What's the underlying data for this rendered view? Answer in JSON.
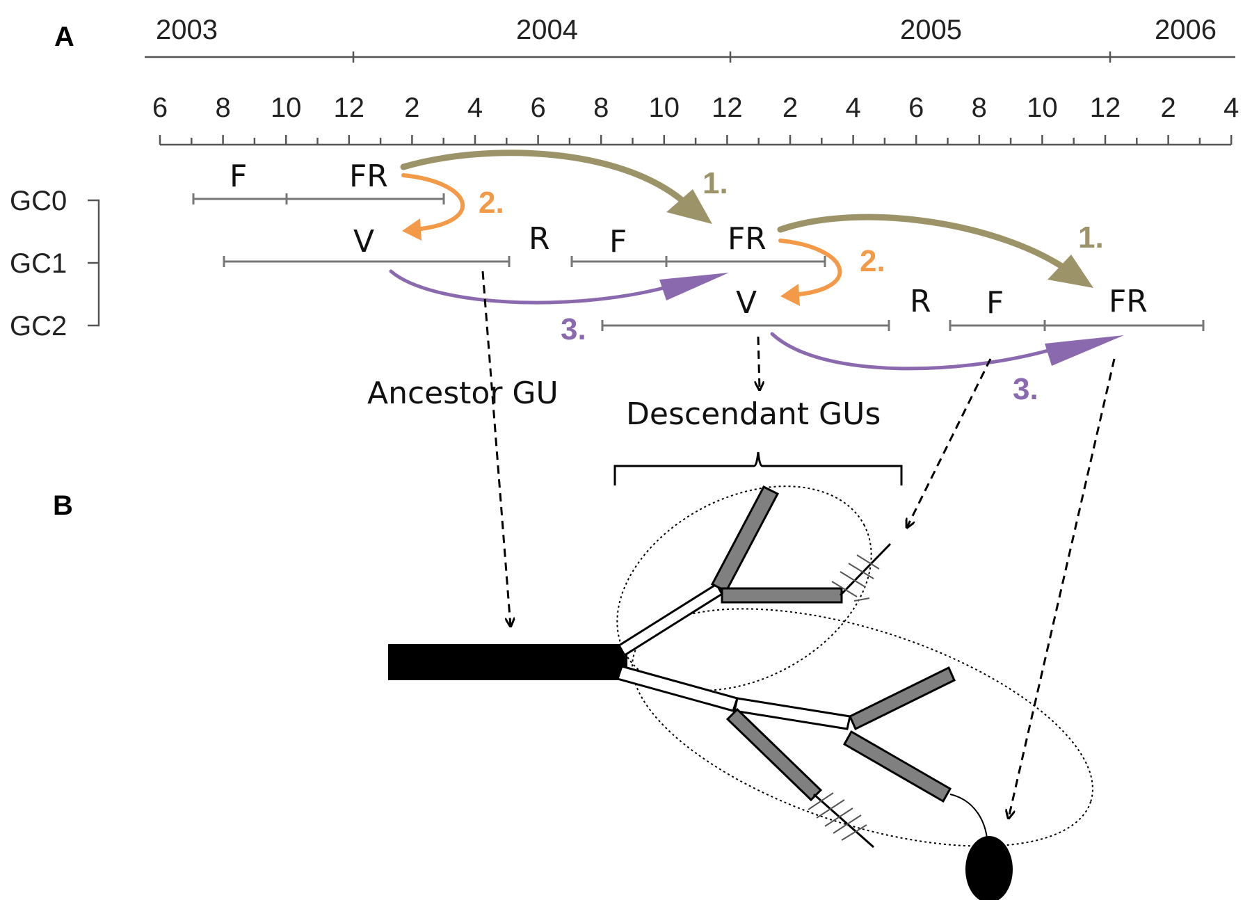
{
  "panels": {
    "a": "A",
    "b": "B"
  },
  "years": [
    "2003",
    "2004",
    "2005",
    "2006"
  ],
  "months": [
    "6",
    "8",
    "10",
    "12",
    "2",
    "4",
    "6",
    "8",
    "10",
    "12",
    "2",
    "4",
    "6",
    "8",
    "10",
    "12",
    "2",
    "4"
  ],
  "cycles": [
    "GC0",
    "GC1",
    "GC2"
  ],
  "phases": {
    "gc0": [
      "F",
      "FR"
    ],
    "gc1": [
      "V",
      "R",
      "F",
      "FR"
    ],
    "gc2": [
      "V",
      "R",
      "F",
      "FR"
    ]
  },
  "arrow_labels": {
    "one": "1.",
    "two": "2.",
    "three": "3."
  },
  "annotations": {
    "ancestor": "Ancestor GU",
    "descendant": "Descendant GUs"
  },
  "colors": {
    "olive": "#9C9468",
    "orange": "#F39A48",
    "purple": "#8B69AE",
    "axis": "#555555",
    "gu_gray": "#808080",
    "black": "#000000"
  }
}
